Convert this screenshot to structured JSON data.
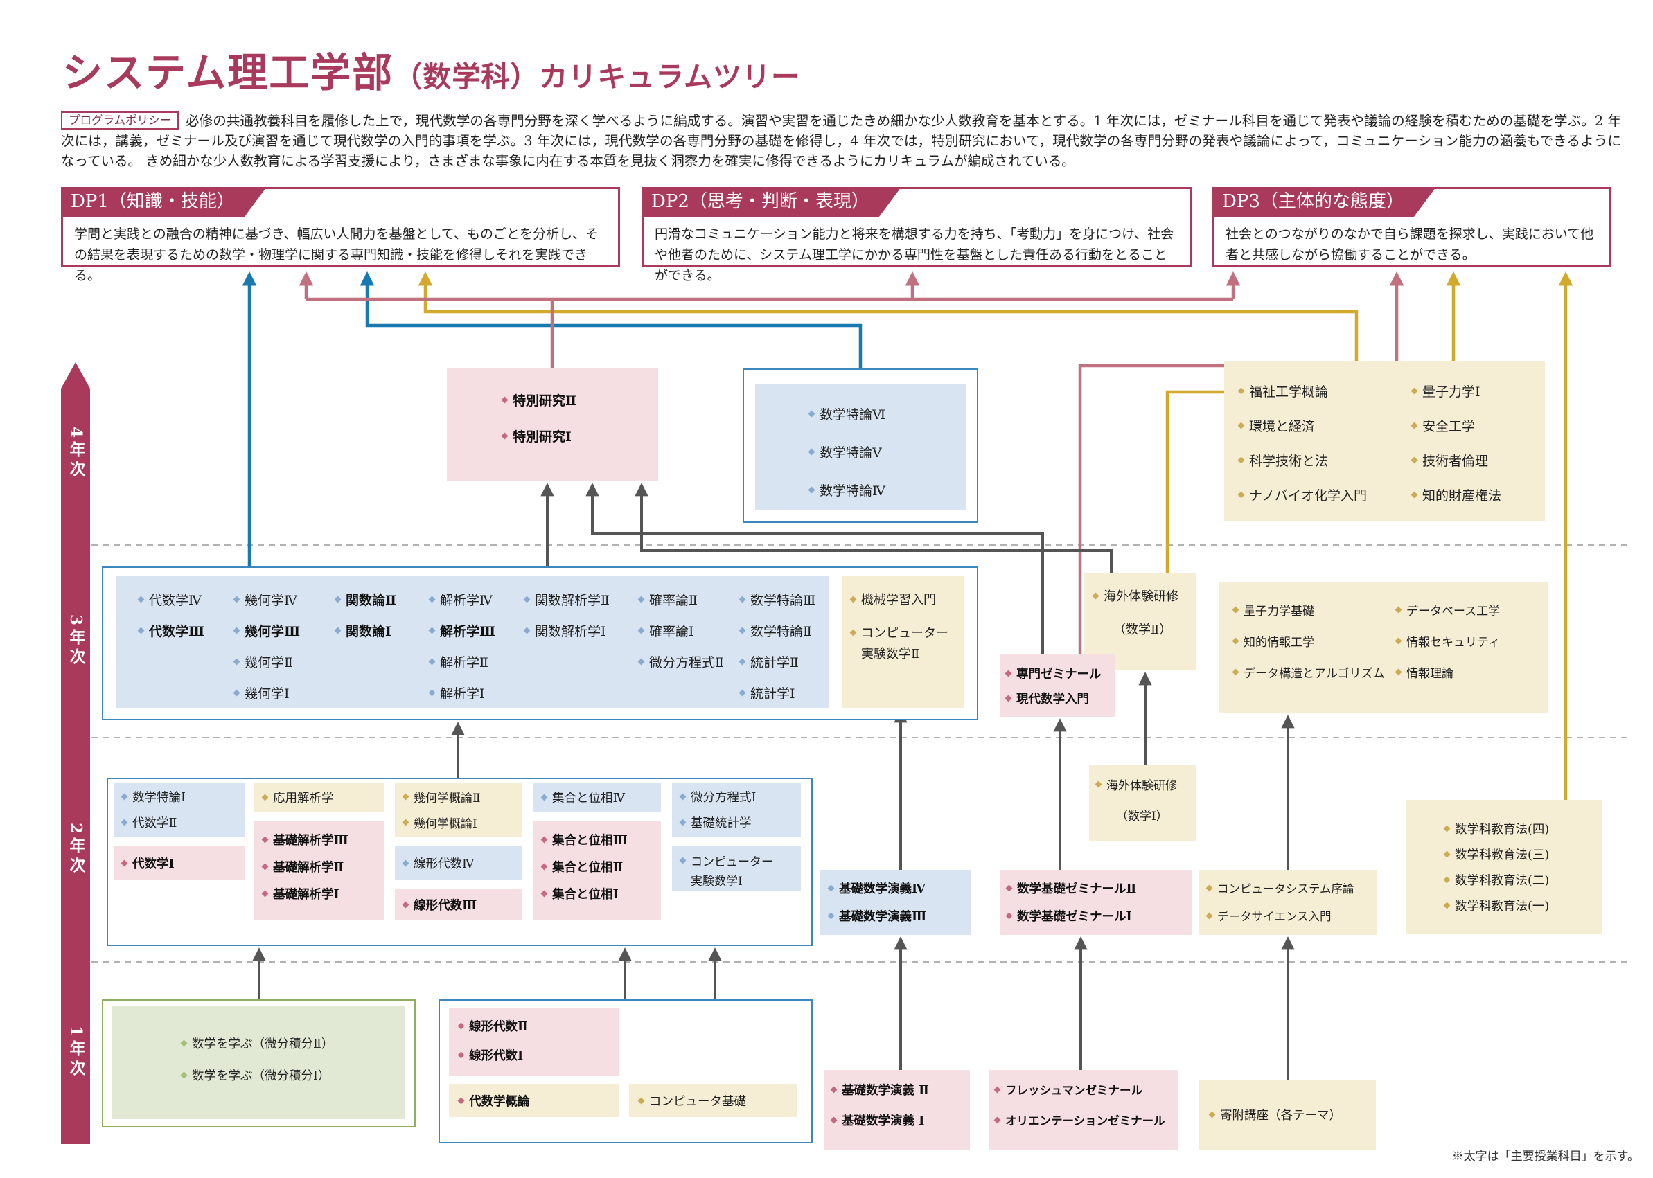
{
  "title": {
    "main": "システム理工学部",
    "sub": "（数学科）カリキュラムツリー"
  },
  "policy": {
    "label": "プログラムポリシー",
    "text": "必修の共通教養科目を履修した上で，現代数学の各専門分野を深く学べるように編成する。演習や実習を通じたきめ細かな少人数教育を基本とする。1 年次には，ゼミナール科目を通じて発表や議論の経験を積むための基礎を学ぶ。2 年次には，講義，ゼミナール及び演習を通じて現代数学の入門的事項を学ぶ。3 年次には，現代数学の各専門分野の基礎を修得し，4 年次では，特別研究において，現代数学の各専門分野の発表や議論によって，コミュニケーション能力の涵養もできるようになっている。 きめ細かな少人数教育による学習支援により，さまざまな事象に内在する本質を見抜く洞察力を確実に修得できるようにカリキュラムが編成されている。"
  },
  "dp": [
    {
      "heading": "DP1（知識・技能）",
      "body": "学問と実践との融合の精神に基づき、幅広い人間力を基盤として、ものごとを分析し、その結果を表現するための数学・物理学に関する専門知識・技能を修得しそれを実践できる。"
    },
    {
      "heading": "DP2（思考・判断・表現）",
      "body": "円滑なコミュニケーション能力と将来を構想する力を持ち、「考動力」を身につけ、社会や他者のために、システム理工学にかかる専門性を基盤とした責任ある行動をとることができる。"
    },
    {
      "heading": "DP3（主体的な態度）",
      "body": "社会とのつながりのなかで自ら課題を探求し、実践において他者と共感しながら協働することができる。"
    }
  ],
  "years": [
    "4年次",
    "3年次",
    "2年次",
    "1年次"
  ],
  "footnote": "※太字は「主要授業科目」を示す。",
  "colors": {
    "accent_rose": "#a93a5c",
    "line_blue": "#1779ad",
    "line_pink": "#c0707e",
    "line_yellow": "#d3a92c",
    "line_gray": "#555555",
    "fill_pink": "#f5dfe3",
    "fill_blue": "#d8e4f1",
    "fill_beige": "#f6eed4",
    "fill_green": "#e1e9d4",
    "border_blue": "#3c87bd",
    "border_green": "#8fae5f"
  },
  "courses": {
    "tokubetsu": [
      {
        "t": "特別研究Ⅱ",
        "b": 1
      },
      {
        "t": "特別研究Ⅰ",
        "b": 1
      }
    ],
    "tokuron456": [
      {
        "t": "数学特論Ⅵ"
      },
      {
        "t": "数学特論Ⅴ"
      },
      {
        "t": "数学特論Ⅳ"
      }
    ],
    "y4_col1": [
      {
        "t": "福祉工学概論"
      },
      {
        "t": "環境と経済"
      },
      {
        "t": "科学技術と法"
      },
      {
        "t": "ナノバイオ化学入門"
      }
    ],
    "y4_col2": [
      {
        "t": "量子力学Ⅰ"
      },
      {
        "t": "安全工学"
      },
      {
        "t": "技術者倫理"
      },
      {
        "t": "知的財産権法"
      }
    ],
    "y3c1": [
      {
        "t": "代数学Ⅳ"
      },
      {
        "t": "代数学Ⅲ",
        "b": 1
      }
    ],
    "y3c2": [
      {
        "t": "幾何学Ⅳ"
      },
      {
        "t": "幾何学Ⅲ",
        "b": 1
      },
      {
        "t": "幾何学Ⅱ"
      },
      {
        "t": "幾何学Ⅰ"
      }
    ],
    "y3c3": [
      {
        "t": "関数論Ⅱ",
        "b": 1
      },
      {
        "t": "関数論Ⅰ",
        "b": 1
      }
    ],
    "y3c4": [
      {
        "t": "解析学Ⅳ"
      },
      {
        "t": "解析学Ⅲ",
        "b": 1
      },
      {
        "t": "解析学Ⅱ"
      },
      {
        "t": "解析学Ⅰ"
      }
    ],
    "y3c5": [
      {
        "t": "関数解析学Ⅱ"
      },
      {
        "t": "関数解析学Ⅰ"
      }
    ],
    "y3c6": [
      {
        "t": "確率論Ⅱ"
      },
      {
        "t": "確率論Ⅰ"
      },
      {
        "t": "微分方程式Ⅱ"
      }
    ],
    "y3c7": [
      {
        "t": "数学特論Ⅲ"
      },
      {
        "t": "数学特論Ⅱ"
      },
      {
        "t": "統計学Ⅱ"
      },
      {
        "t": "統計学Ⅰ"
      }
    ],
    "ml": [
      {
        "t": "機械学習入門"
      },
      {
        "t": "コンピューター",
        "mt": 18
      },
      {
        "t": "実験数学Ⅱ",
        "nb": 1
      }
    ],
    "kaigai2": [
      {
        "t": "海外体験研修"
      },
      {
        "t": "（数学Ⅱ）",
        "nb": 1,
        "ind": 1,
        "mt": 10
      }
    ],
    "senmon": [
      {
        "t": "専門ゼミナール",
        "b": 1
      },
      {
        "t": "現代数学入門",
        "b": 1
      }
    ],
    "y3r1": [
      {
        "t": "量子力学基礎"
      },
      {
        "t": "知的情報工学"
      },
      {
        "t": "データ構造とアルゴリズム"
      }
    ],
    "y3r2": [
      {
        "t": "データベース工学"
      },
      {
        "t": "情報セキュリティ"
      },
      {
        "t": "情報理論"
      }
    ],
    "y2_tokuron": [
      {
        "t": "数学特論Ⅰ"
      },
      {
        "t": "代数学Ⅱ"
      }
    ],
    "y2_daisu1": [
      {
        "t": "代数学Ⅰ",
        "b": 1
      }
    ],
    "y2_oyo": [
      {
        "t": "応用解析学"
      }
    ],
    "y2_kiso": [
      {
        "t": "基礎解析学Ⅲ",
        "b": 1
      },
      {
        "t": "基礎解析学Ⅱ",
        "b": 1
      },
      {
        "t": "基礎解析学Ⅰ",
        "b": 1
      }
    ],
    "y2_kika": [
      {
        "t": "幾何学概論Ⅱ"
      },
      {
        "t": "幾何学概論Ⅰ"
      }
    ],
    "y2_senkei4": [
      {
        "t": "線形代数Ⅳ"
      }
    ],
    "y2_senkei3": [
      {
        "t": "線形代数Ⅲ",
        "b": 1
      }
    ],
    "y2_shugo4": [
      {
        "t": "集合と位相Ⅳ"
      }
    ],
    "y2_shugo123": [
      {
        "t": "集合と位相Ⅲ",
        "b": 1
      },
      {
        "t": "集合と位相Ⅱ",
        "b": 1
      },
      {
        "t": "集合と位相Ⅰ",
        "b": 1
      }
    ],
    "y2_bibun": [
      {
        "t": "微分方程式Ⅰ"
      },
      {
        "t": "基礎統計学"
      }
    ],
    "y2_comp": [
      {
        "t": "コンピューター"
      },
      {
        "t": "実験数学Ⅰ",
        "nb": 1
      }
    ],
    "y2_enshu": [
      {
        "t": "基礎数学演義Ⅳ",
        "b": 1
      },
      {
        "t": "基礎数学演義Ⅲ",
        "b": 1
      }
    ],
    "y2_semi": [
      {
        "t": "数学基礎ゼミナールⅡ",
        "b": 1
      },
      {
        "t": "数学基礎ゼミナールⅠ",
        "b": 1
      }
    ],
    "kaigai1": [
      {
        "t": "海外体験研修"
      },
      {
        "t": "（数学Ⅰ）",
        "nb": 1,
        "ind": 1,
        "mt": 8
      }
    ],
    "y2_compsys": [
      {
        "t": "コンピュータシステム序論"
      },
      {
        "t": "データサイエンス入門"
      }
    ],
    "kyoiku": [
      {
        "t": "数学科教育法(四)"
      },
      {
        "t": "数学科教育法(三)"
      },
      {
        "t": "数学科教育法(二)"
      },
      {
        "t": "数学科教育法(一)"
      }
    ],
    "y1_manabu": [
      {
        "t": "数学を学ぶ（微分積分Ⅱ）"
      },
      {
        "t": "数学を学ぶ（微分積分Ⅰ）"
      }
    ],
    "y1_senkei": [
      {
        "t": "線形代数Ⅱ",
        "b": 1
      },
      {
        "t": "線形代数Ⅰ",
        "b": 1
      }
    ],
    "y1_daisu": [
      {
        "t": "代数学概論",
        "b": 1,
        "bu": "pink"
      }
    ],
    "y1_compkiso": [
      {
        "t": "コンピュータ基礎"
      }
    ],
    "y1_enshu": [
      {
        "t": "基礎数学演義 Ⅱ",
        "b": 1
      },
      {
        "t": "基礎数学演義 Ⅰ",
        "b": 1
      }
    ],
    "y1_fresh": [
      {
        "t": "フレッシュマンゼミナール",
        "b": 1
      },
      {
        "t": "オリエンテーションゼミナール",
        "b": 1
      }
    ],
    "kifu": [
      {
        "t": "寄附講座（各テーマ）"
      }
    ]
  }
}
